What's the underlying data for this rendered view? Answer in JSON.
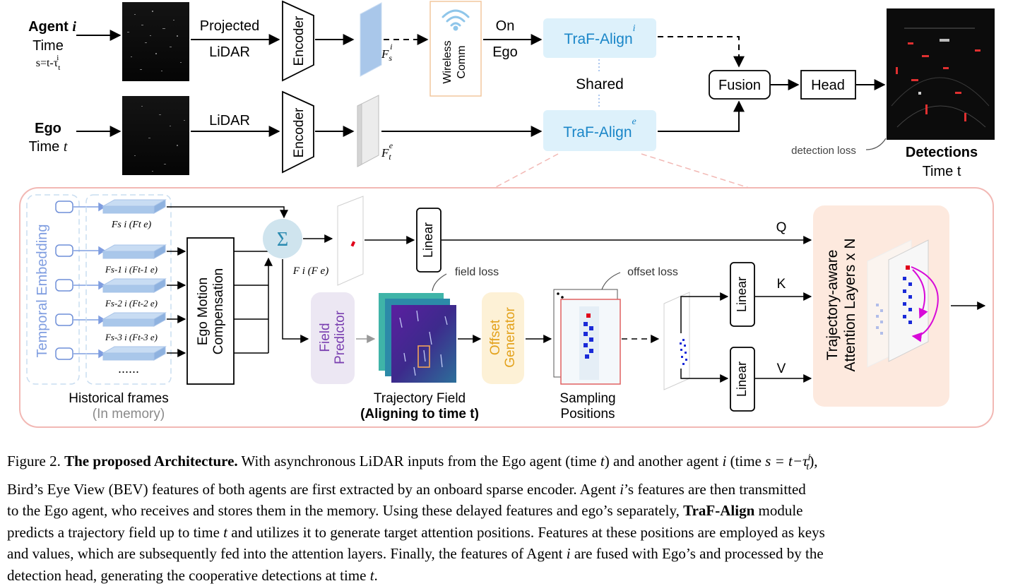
{
  "agent_row": {
    "agent_label": "Agent",
    "agent_var": "i",
    "time_label": "Time",
    "time_formula": "s=t-τ",
    "time_formula_sub": "t",
    "time_formula_sup": "i",
    "input_top": "Projected",
    "input_bottom": "LiDAR",
    "encoder": "Encoder",
    "feature_label": "F",
    "feature_sub": "s",
    "feature_sup": "i",
    "wireless": "Wireless Comm",
    "wireless_line1": "Wireless",
    "wireless_line2": "Comm",
    "on_ego_top": "On",
    "on_ego_bottom": "Ego",
    "traf_align": "TraF-Align",
    "traf_align_sup": "i"
  },
  "ego_row": {
    "ego_label": "Ego",
    "time_label": "Time",
    "time_var": "t",
    "input": "LiDAR",
    "encoder": "Encoder",
    "feature_label": "F",
    "feature_sub": "t",
    "feature_sup": "e",
    "traf_align": "TraF-Align",
    "traf_align_sup": "e"
  },
  "shared_label": "Shared",
  "fusion": "Fusion",
  "head": "Head",
  "detection_loss": "detection loss",
  "detections": "Detections",
  "detections_time": "Time t",
  "module": {
    "temporal_embedding": "Temporal Embedding",
    "frame_labels": [
      "Fs i (Ft e)",
      "Fs-1 i (Ft-1 e)",
      "Fs-2 i (Ft-2 e)",
      "Fs-3 i (Ft-3 e)"
    ],
    "ellipsis": "......",
    "historical_frames": "Historical frames",
    "in_memory": "(In memory)",
    "ego_motion_line1": "Ego Motion",
    "ego_motion_line2": "Compensation",
    "sum_symbol": "Σ",
    "fused_feature_label": "F i (F e)",
    "linear": "Linear",
    "q": "Q",
    "k": "K",
    "v": "V",
    "field_predictor_line1": "Field",
    "field_predictor_line2": "Predictor",
    "field_loss": "field loss",
    "trajectory_field": "Trajectory Field",
    "aligning": "(Aligning to time t)",
    "offset_generator_line1": "Offset",
    "offset_generator_line2": "Generator",
    "offset_loss": "offset loss",
    "sampling_line1": "Sampling",
    "sampling_line2": "Positions",
    "attention_line1": "Trajectory-aware",
    "attention_line2": "Attention Layers x N"
  },
  "caption": {
    "figure_no": "Figure 2.",
    "title": "The proposed Architecture.",
    "text": "With asynchronous LiDAR inputs from the Ego agent (time t) and another agent i (time s = t−τti), Bird’s Eye View (BEV) features of both agents are first extracted by an onboard sparse encoder. Agent i’s features are then transmitted to the Ego agent, who receives and stores them in the memory. Using these delayed features and ego’s separately, TraF-Align module predicts a trajectory field up to time t and utilizes it to generate target attention positions. Features at these positions are employed as keys and values, which are subsequently fed into the attention layers. Finally, the features of Agent i are fused with Ego’s and processed by the detection head, generating the cooperative detections at time t.",
    "lines": [
      "With asynchronous LiDAR inputs from the Ego agent (time",
      "t",
      ") and another agent",
      "i",
      " (time ",
      "s = t−τ",
      "Bird’s Eye View (BEV) features of both agents are first extracted by an onboard sparse encoder.  Agent ",
      "’s features are then transmitted",
      "to the Ego agent, who receives and stores them in the memory.  Using these delayed features and ego’s separately, ",
      "TraF-Align",
      " module",
      "predicts a trajectory field up to time ",
      " and utilizes it to generate target attention positions. Features at these positions are employed as keys",
      "and values, which are subsequently fed into the attention layers. Finally, the features of Agent ",
      " are fused with Ego’s and processed by the",
      "detection head, generating the cooperative detections at time "
    ]
  },
  "colors": {
    "traf_align_fill": "#ddf1fb",
    "traf_align_text": "#1a86c8",
    "module_border": "#f2b8b4",
    "temporal_text": "#7f9de0",
    "temporal_border": "#c9ddf0",
    "field_predictor_fill": "#ece7f3",
    "field_predictor_text": "#7a3fb0",
    "offset_generator_fill": "#fdf1d6",
    "offset_generator_text": "#e3a21c",
    "attention_fill": "#fde9de",
    "sum_fill": "#cfe4ee",
    "sum_text": "#2a8ab0",
    "magenta": "#d80ad8",
    "blue_point": "#1a2ad8",
    "red_point": "#e0001a"
  }
}
